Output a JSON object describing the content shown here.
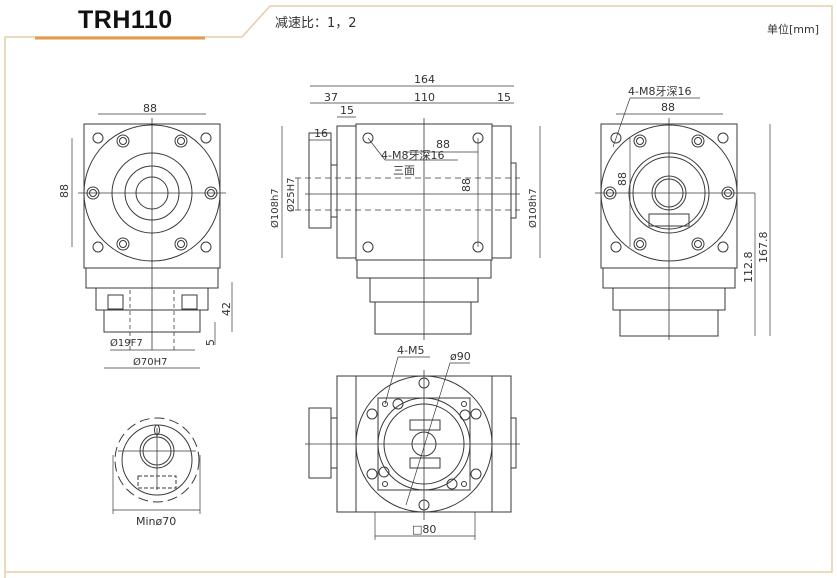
{
  "header": {
    "model": "TRH110",
    "reduction_ratio_label": "减速比：1，2",
    "unit_label": "单位[mm]"
  },
  "colors": {
    "frame_line": "#e2cfa6",
    "title_underline": "#e59a4a",
    "drawing_line": "#3a3a3a"
  },
  "views": {
    "left_view": {
      "dim_top": "88",
      "dim_side": "88",
      "dim_height": "42",
      "dim_small": "5",
      "bore": "Ø19F7",
      "pilot": "Ø70H7"
    },
    "front_view": {
      "overall_length": "164",
      "left_offset": "37",
      "body_length": "110",
      "right_flange": "15",
      "left_flange": "15",
      "shaft_flange": "16",
      "bolt_pitch_h": "88",
      "bolt_pitch_v": "88",
      "thread_note": "4-M8牙深16",
      "faces_note": "三面",
      "left_diameter": "Ø108h7",
      "bore": "Ø25H7",
      "right_diameter": "Ø108h7"
    },
    "right_view": {
      "thread_note": "4-M8牙深16",
      "bolt_pitch_h": "88",
      "bolt_pitch_v": "88",
      "center_height": "112.8",
      "overall_height": "167.8"
    },
    "bottom_view": {
      "thread_note": "4-M5",
      "pcd": "ø90",
      "square": "□80"
    },
    "shaft_detail": {
      "min_diameter": "Minø70"
    }
  }
}
